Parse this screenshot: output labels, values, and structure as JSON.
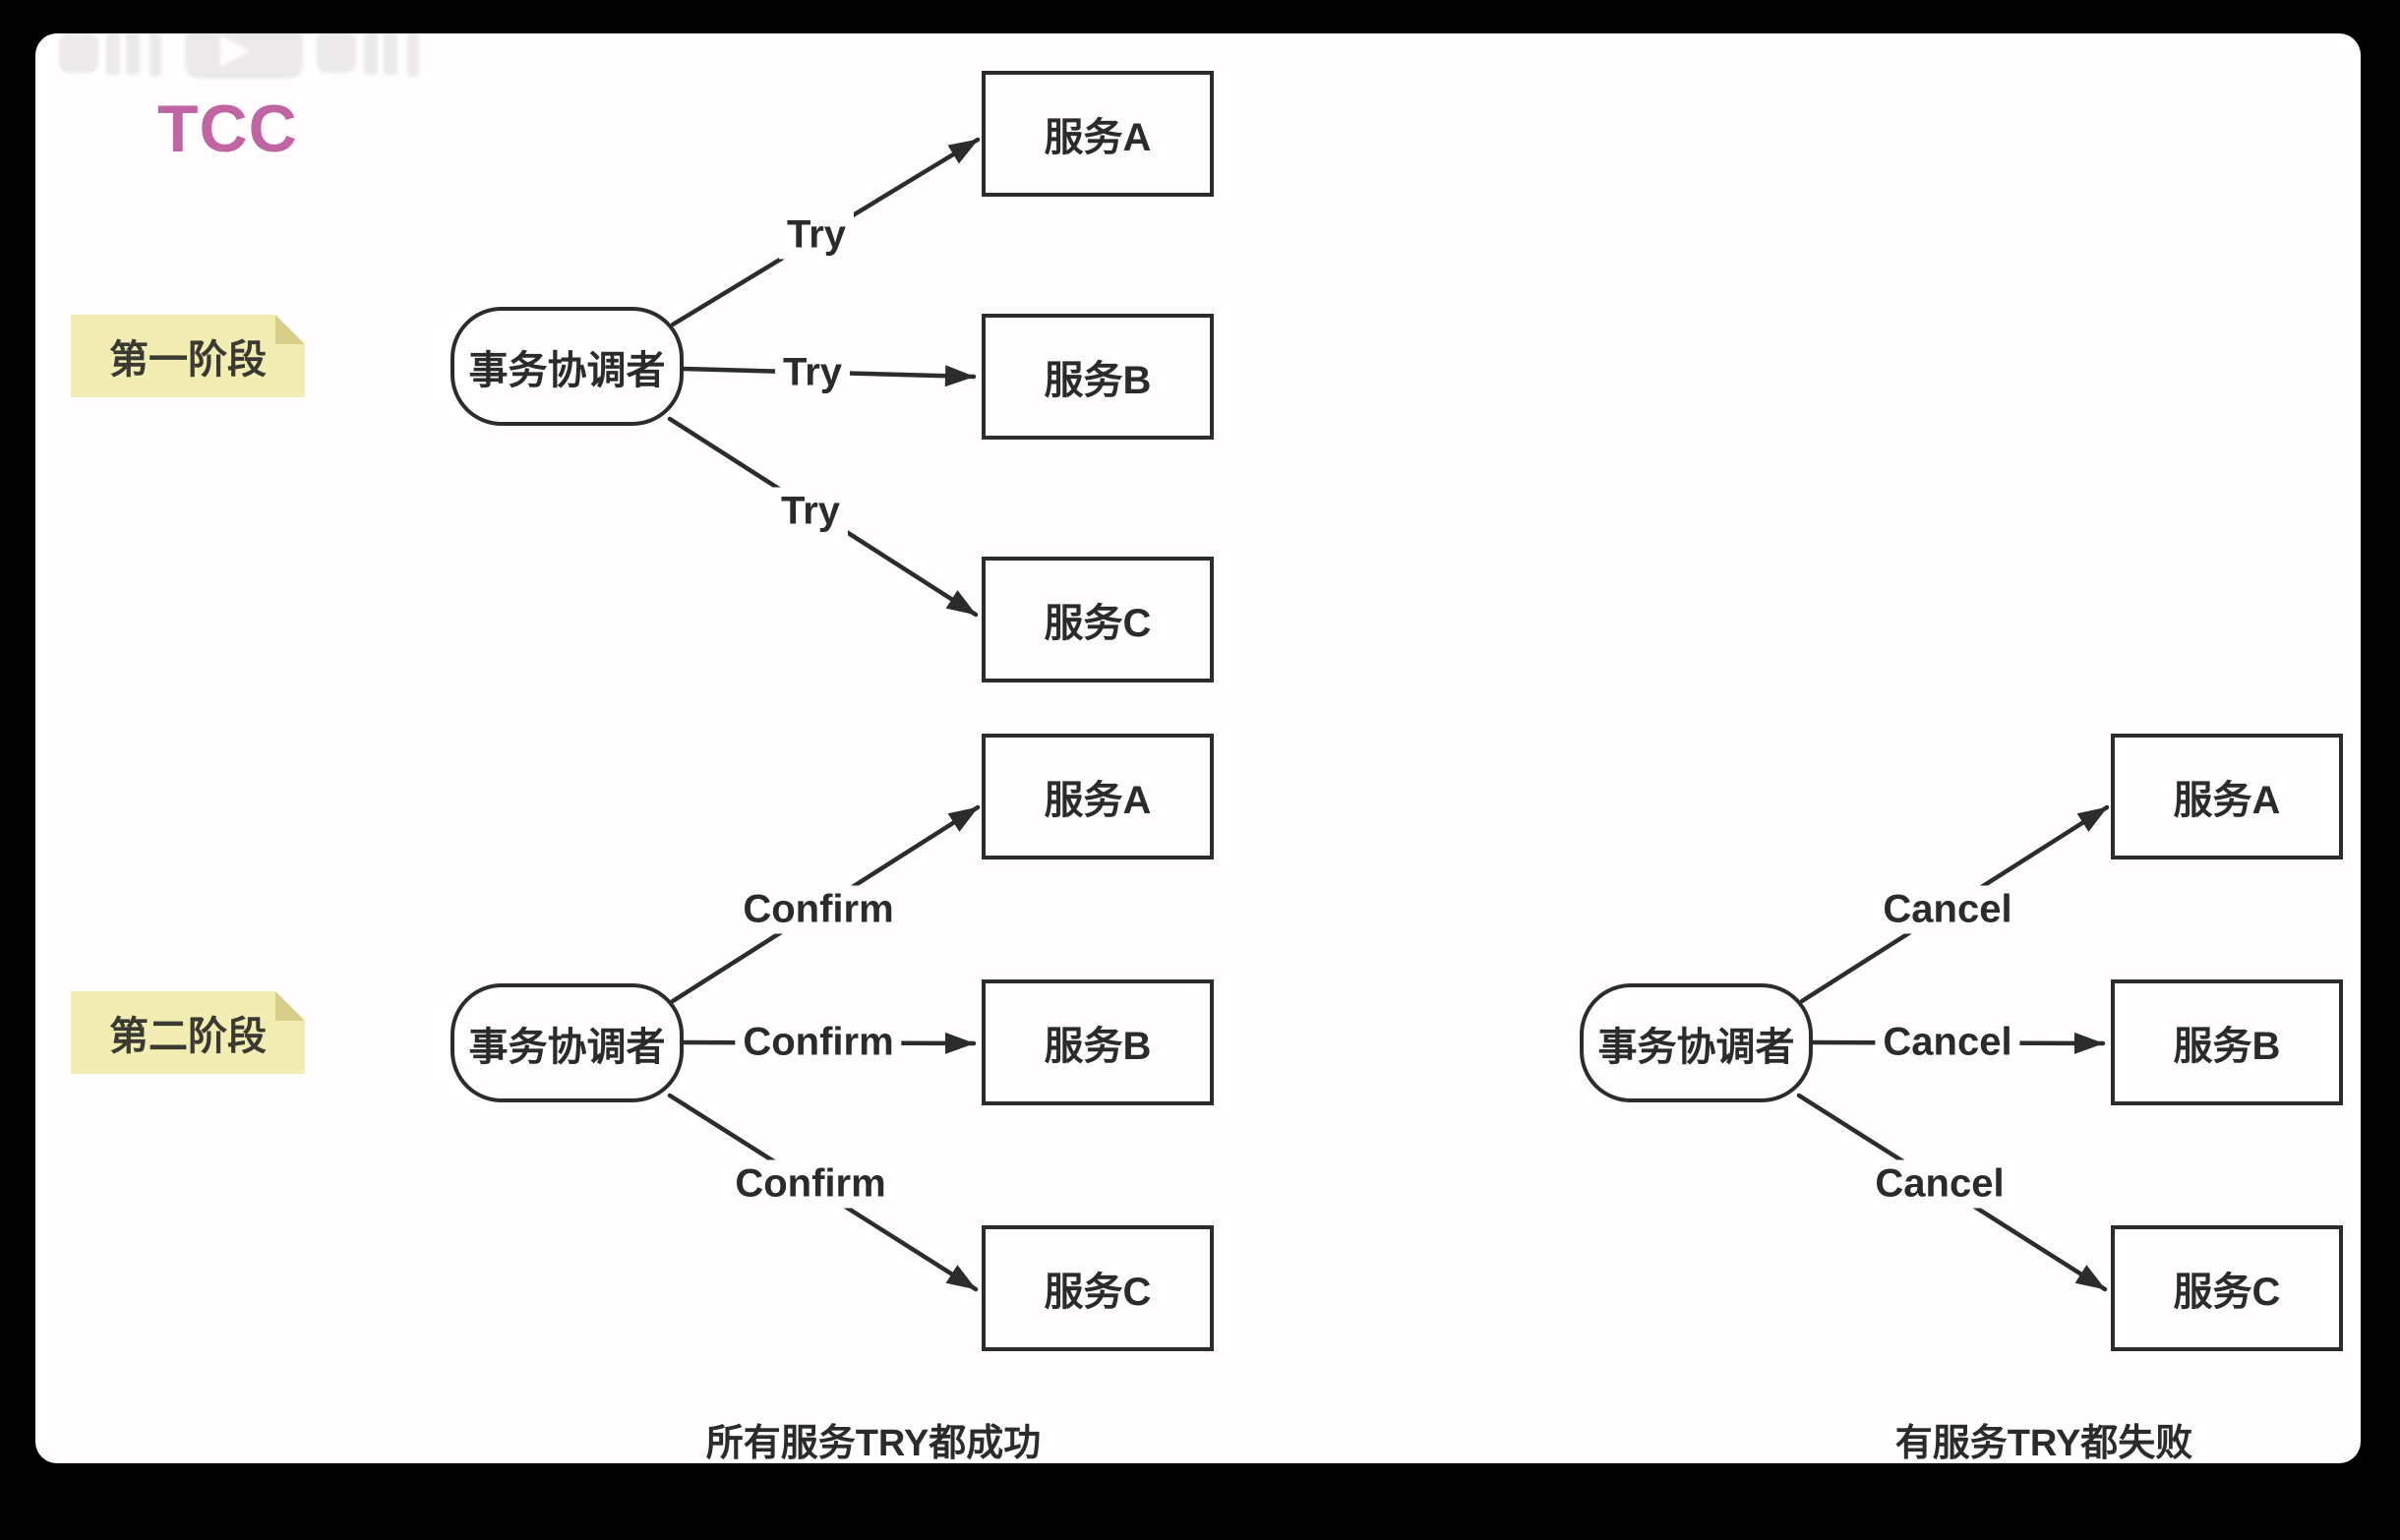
{
  "title": "TCC",
  "colors": {
    "accent_pink": "#c164a3",
    "sticky_yellow": "#f2eeb3",
    "sticky_fold": "#d8cf8a",
    "ink": "#2c2c2c",
    "canvas_bg": "#fffdfe",
    "frame_bg": "#010101"
  },
  "stages": [
    {
      "label": "第一阶段"
    },
    {
      "label": "第二阶段"
    }
  ],
  "diagrams": [
    {
      "name": "phase1-try",
      "coordinator": "事务协调者",
      "action": "Try",
      "services": [
        "服务A",
        "服务B",
        "服务C"
      ]
    },
    {
      "name": "phase2-confirm",
      "coordinator": "事务协调者",
      "action": "Confirm",
      "services": [
        "服务A",
        "服务B",
        "服务C"
      ],
      "caption": "所有服务TRY都成功"
    },
    {
      "name": "phase2-cancel",
      "coordinator": "事务协调者",
      "action": "Cancel",
      "services": [
        "服务A",
        "服务B",
        "服务C"
      ],
      "caption": "有服务TRY都失败"
    }
  ]
}
